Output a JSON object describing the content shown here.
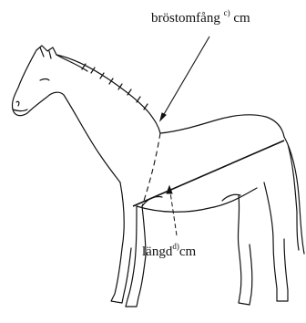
{
  "diagram": {
    "girth_label": {
      "main": "bröstomfång",
      "note": "c)",
      "unit": "cm"
    },
    "length_label": {
      "main": "längd",
      "note": "d)",
      "unit": "cm"
    },
    "colors": {
      "ink": "#111111",
      "background": "#ffffff"
    }
  }
}
